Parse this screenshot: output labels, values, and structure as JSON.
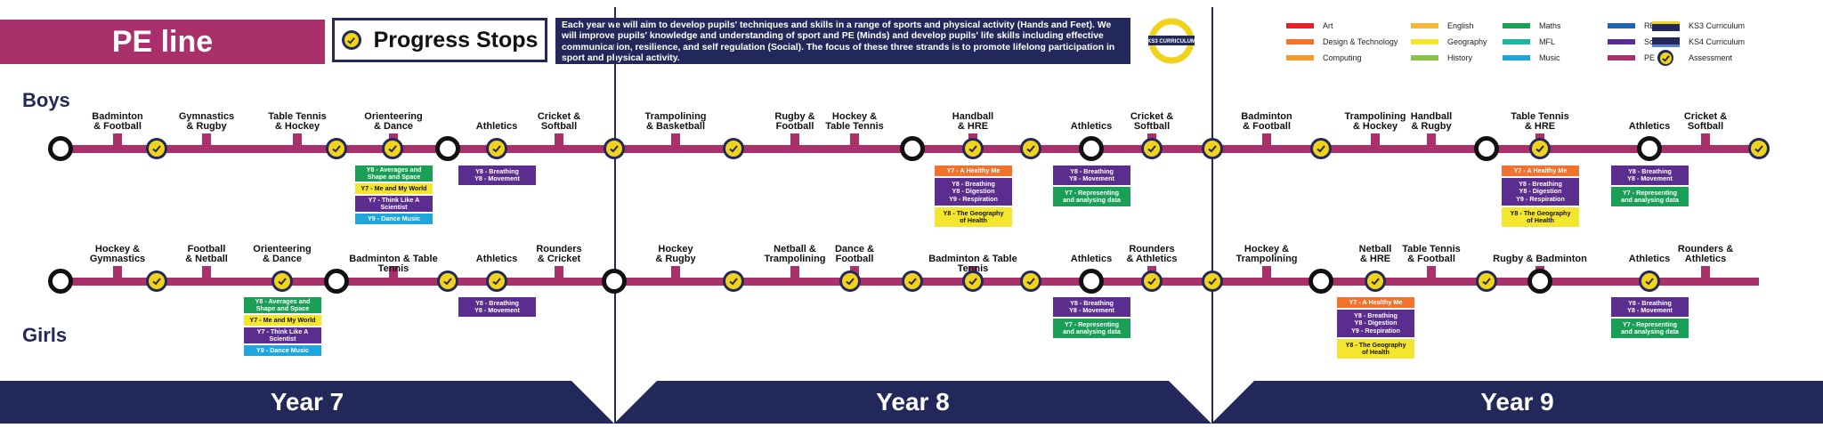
{
  "header": {
    "title": "PE line",
    "progress_stops_label": "Progress Stops",
    "intro": "Each year we will aim to develop pupils' techniques and skills in a range of sports and physical activity (Hands and Feet). We will improve pupils' knowledge and understanding of sport and PE (Minds) and develop pupils' life skills including effective communication, resilience, and self regulation (Social). The focus of these three strands is to promote lifelong participation in sport and physical activity.",
    "ks3_logo_text": "KS3 CURRICULUM"
  },
  "sections": {
    "boys": "Boys",
    "girls": "Girls"
  },
  "years": [
    "Year 7",
    "Year 8",
    "Year 9"
  ],
  "colors": {
    "Art": "#e8202a",
    "Design & Technology": "#f2722f",
    "Computing": "#f39c2d",
    "English": "#f6b83a",
    "Geography": "#f4e62f",
    "History": "#8bc34a",
    "Maths": "#1aa056",
    "MFL": "#1fb5a3",
    "Music": "#1fa6dc",
    "RE": "#1f66b0",
    "Science": "#5b2d8f",
    "PE": "#a9306a",
    "navy": "#22295a",
    "yellow": "#f0d31a"
  },
  "legend": [
    {
      "label": "Art",
      "color": "#e8202a"
    },
    {
      "label": "Design & Technology",
      "color": "#f2722f"
    },
    {
      "label": "Computing",
      "color": "#f39c2d"
    },
    {
      "label": "English",
      "color": "#f6b83a"
    },
    {
      "label": "Geography",
      "color": "#f4e62f"
    },
    {
      "label": "History",
      "color": "#8bc34a"
    },
    {
      "label": "Maths",
      "color": "#1aa056"
    },
    {
      "label": "MFL",
      "color": "#1fb5a3"
    },
    {
      "label": "Music",
      "color": "#1fa6dc"
    },
    {
      "label": "RE",
      "color": "#1f66b0"
    },
    {
      "label": "Science",
      "color": "#5b2d8f"
    },
    {
      "label": "PE",
      "color": "#a9306a"
    },
    {
      "label": "KS3 Curriculum",
      "type": "ks3"
    },
    {
      "label": "KS4 Curriculum",
      "type": "ks4"
    },
    {
      "label": "Assessment",
      "type": "assessment"
    }
  ],
  "lines": {
    "boys": {
      "stops": [
        "circle",
        "check",
        "check",
        "check",
        "circle",
        "check",
        "check",
        "check",
        "circle",
        "check",
        "check",
        "circle",
        "check",
        "check",
        "check",
        "circle",
        "check",
        "circle",
        "check"
      ],
      "labels": [
        {
          "text": "Badminton\n& Football"
        },
        {
          "text": "Gymnastics\n& Rugby"
        },
        {
          "text": "Table Tennis\n& Hockey"
        },
        {
          "text": "Orienteering\n& Dance"
        },
        {
          "text": "Athletics"
        },
        {
          "text": "Cricket &\nSoftball"
        },
        {
          "text": "Trampolining\n& Basketball"
        },
        {
          "text": "Rugby &\nFootball"
        },
        {
          "text": "Hockey &\nTable Tennis"
        },
        {
          "text": "Handball\n& HRE"
        },
        {
          "text": "Athletics"
        },
        {
          "text": "Cricket &\nSoftball"
        },
        {
          "text": "Badminton\n& Football"
        },
        {
          "text": "Trampolining\n& Hockey"
        },
        {
          "text": "Handball\n& Rugby"
        },
        {
          "text": "Table Tennis\n& HRE"
        },
        {
          "text": "Athletics"
        },
        {
          "text": "Cricket &\nSoftball"
        }
      ],
      "links": [
        [
          {
            "text": "Y8 - Averages and Shape and Space",
            "color": "#1aa056"
          },
          {
            "text": "Y7 - Me and My World",
            "color": "#f4e62f"
          },
          {
            "text": "Y7 - Think Like A Scientist",
            "color": "#5b2d8f"
          },
          {
            "text": "Y9 - Dance Music",
            "color": "#1fa6dc"
          }
        ],
        [
          {
            "text": "Y8 - Breathing\nY8 - Movement",
            "color": "#5b2d8f"
          }
        ],
        [
          {
            "text": "Y7 - A Healthy Me",
            "color": "#f2722f"
          },
          {
            "text": "Y8 - Breathing\nY8 - Digestion\nY9 - Respiration",
            "color": "#5b2d8f"
          },
          {
            "text": "Y8 - The Geography\nof Health",
            "color": "#f4e62f"
          }
        ],
        [
          {
            "text": "Y8 - Breathing\nY8 - Movement",
            "color": "#5b2d8f"
          },
          {
            "text": "Y7 - Representing\nand analysing data",
            "color": "#1aa056"
          }
        ],
        [
          {
            "text": "Y7 - A Healthy Me",
            "color": "#f2722f"
          },
          {
            "text": "Y8 - Breathing\nY8 - Digestion\nY9 - Respiration",
            "color": "#5b2d8f"
          },
          {
            "text": "Y8 - The Geography\nof Health",
            "color": "#f4e62f"
          }
        ],
        [
          {
            "text": "Y8 - Breathing\nY8 - Movement",
            "color": "#5b2d8f"
          },
          {
            "text": "Y7 - Representing\nand analysing data",
            "color": "#1aa056"
          }
        ]
      ]
    },
    "girls": {
      "stops": [
        "circle",
        "check",
        "check",
        "circle",
        "check",
        "check",
        "circle",
        "check",
        "check",
        "check",
        "check",
        "check",
        "circle",
        "check",
        "check",
        "circle",
        "check",
        "check",
        "circle",
        "check"
      ],
      "labels": [
        {
          "text": "Hockey &\nGymnastics"
        },
        {
          "text": "Football\n& Netball"
        },
        {
          "text": "Orienteering\n& Dance"
        },
        {
          "text": "Badminton & Table Tennis"
        },
        {
          "text": "Athletics"
        },
        {
          "text": "Rounders\n& Cricket"
        },
        {
          "text": "Hockey\n& Rugby"
        },
        {
          "text": "Netball &\nTrampolining"
        },
        {
          "text": "Dance &\nFootball"
        },
        {
          "text": "Badminton & Table Tennis"
        },
        {
          "text": "Athletics"
        },
        {
          "text": "Rounders\n& Athletics"
        },
        {
          "text": "Hockey &\nTrampolining"
        },
        {
          "text": "Netball\n& HRE"
        },
        {
          "text": "Table Tennis\n& Football"
        },
        {
          "text": "Rugby & Badminton"
        },
        {
          "text": "Athletics"
        },
        {
          "text": "Rounders &\nAthletics"
        }
      ],
      "links": [
        [
          {
            "text": "Y8 - Averages and Shape and Space",
            "color": "#1aa056"
          },
          {
            "text": "Y7 - Me and My World",
            "color": "#f4e62f"
          },
          {
            "text": "Y7 - Think Like A Scientist",
            "color": "#5b2d8f"
          },
          {
            "text": "Y9 - Dance Music",
            "color": "#1fa6dc"
          }
        ],
        [
          {
            "text": "Y8 - Breathing\nY8 - Movement",
            "color": "#5b2d8f"
          }
        ],
        [
          {
            "text": "Y8 - Breathing\nY8 - Movement",
            "color": "#5b2d8f"
          },
          {
            "text": "Y7 - Representing\nand analysing data",
            "color": "#1aa056"
          }
        ],
        [
          {
            "text": "Y7 - A Healthy Me",
            "color": "#f2722f"
          },
          {
            "text": "Y8 - Breathing\nY8 - Digestion\nY9 - Respiration",
            "color": "#5b2d8f"
          },
          {
            "text": "Y8 - The Geography\nof Health",
            "color": "#f4e62f"
          }
        ],
        [
          {
            "text": "Y8 - Breathing\nY8 - Movement",
            "color": "#5b2d8f"
          },
          {
            "text": "Y7 - Representing\nand analysing data",
            "color": "#1aa056"
          }
        ]
      ]
    }
  }
}
